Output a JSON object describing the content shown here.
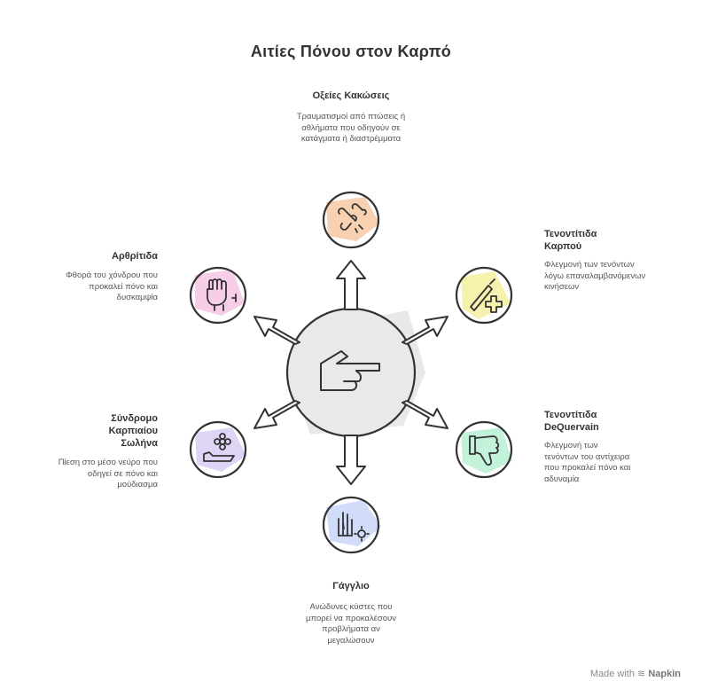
{
  "title": "Αιτίες Πόνου στον Καρπό",
  "causes": [
    {
      "label": "Οξείες Κακώσεις",
      "desc": "Τραυματισμοί από πτώσεις ή αθλήματα που οδηγούν σε κατάγματα ή διαστρέμματα",
      "color": "#f6c9a5",
      "icon": "fracture-icon"
    },
    {
      "label": "Τενοντίτιδα Καρπού",
      "desc": "Φλεγμονή των τενόντων λόγω επαναλαμβανόμενων κινήσεων",
      "color": "#f5f0a0",
      "icon": "syringe-icon"
    },
    {
      "label": "Τενοντίτιδα DeQuervain",
      "desc": "Φλεγμονή των τενόντων του αντίχειρα που προκαλεί πόνο και αδυναμία",
      "color": "#b9f0d5",
      "icon": "thumbs-down-icon"
    },
    {
      "label": "Γάγγλιο",
      "desc": "Ανώδυνες κύστες που μπορεί να προκαλέσουν προβλήματα αν μεγαλώσουν",
      "color": "#c8d6f7",
      "icon": "hand-cyst-icon"
    },
    {
      "label": "Σύνδρομο Καρπιαίου Σωλήνα",
      "desc": "Πίεση στο μέσο νεύρο που οδηγεί σε πόνο και μούδιασμα",
      "color": "#d8ccf5",
      "icon": "hand-flower-icon"
    },
    {
      "label": "Αρθρίτιδα",
      "desc": "Φθορά του χόνδρου που προκαλεί πόνο και δυσκαμψία",
      "color": "#f6c6e3",
      "icon": "fist-icon"
    }
  ],
  "center_icon": "pointing-hand-icon",
  "footer": {
    "made_with": "Made with",
    "brand": "Napkin"
  }
}
